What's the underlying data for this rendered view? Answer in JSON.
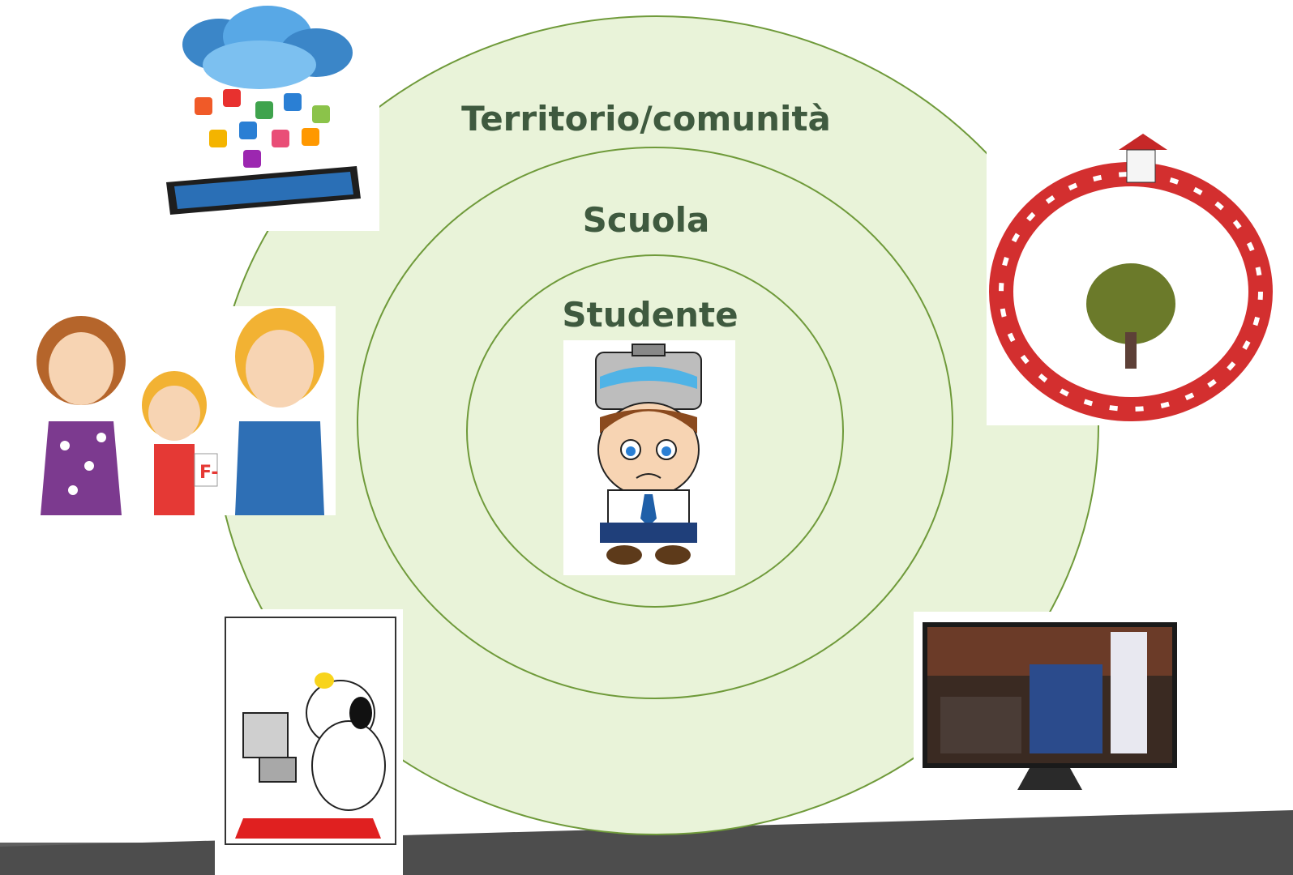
{
  "diagram": {
    "rings": {
      "outer": "Territorio/comunità",
      "middle": "Scuola",
      "inner": "Studente"
    }
  },
  "illustrations": [
    {
      "id": "cloud-apps",
      "subject": "cloud-smartphone-apps-icon"
    },
    {
      "id": "family",
      "subject": "worried-family-icon"
    },
    {
      "id": "computer",
      "subject": "snoopy-at-computer-icon"
    },
    {
      "id": "village",
      "subject": "village-houses-icon"
    },
    {
      "id": "tv",
      "subject": "television-icon"
    },
    {
      "id": "student",
      "subject": "stressed-student-icon"
    }
  ],
  "colors": {
    "ring_fill": "#e9f3d9",
    "ring_stroke": "#6f9a3a",
    "label_text": "#3f5a3f",
    "floor": "#5a5a5a"
  }
}
